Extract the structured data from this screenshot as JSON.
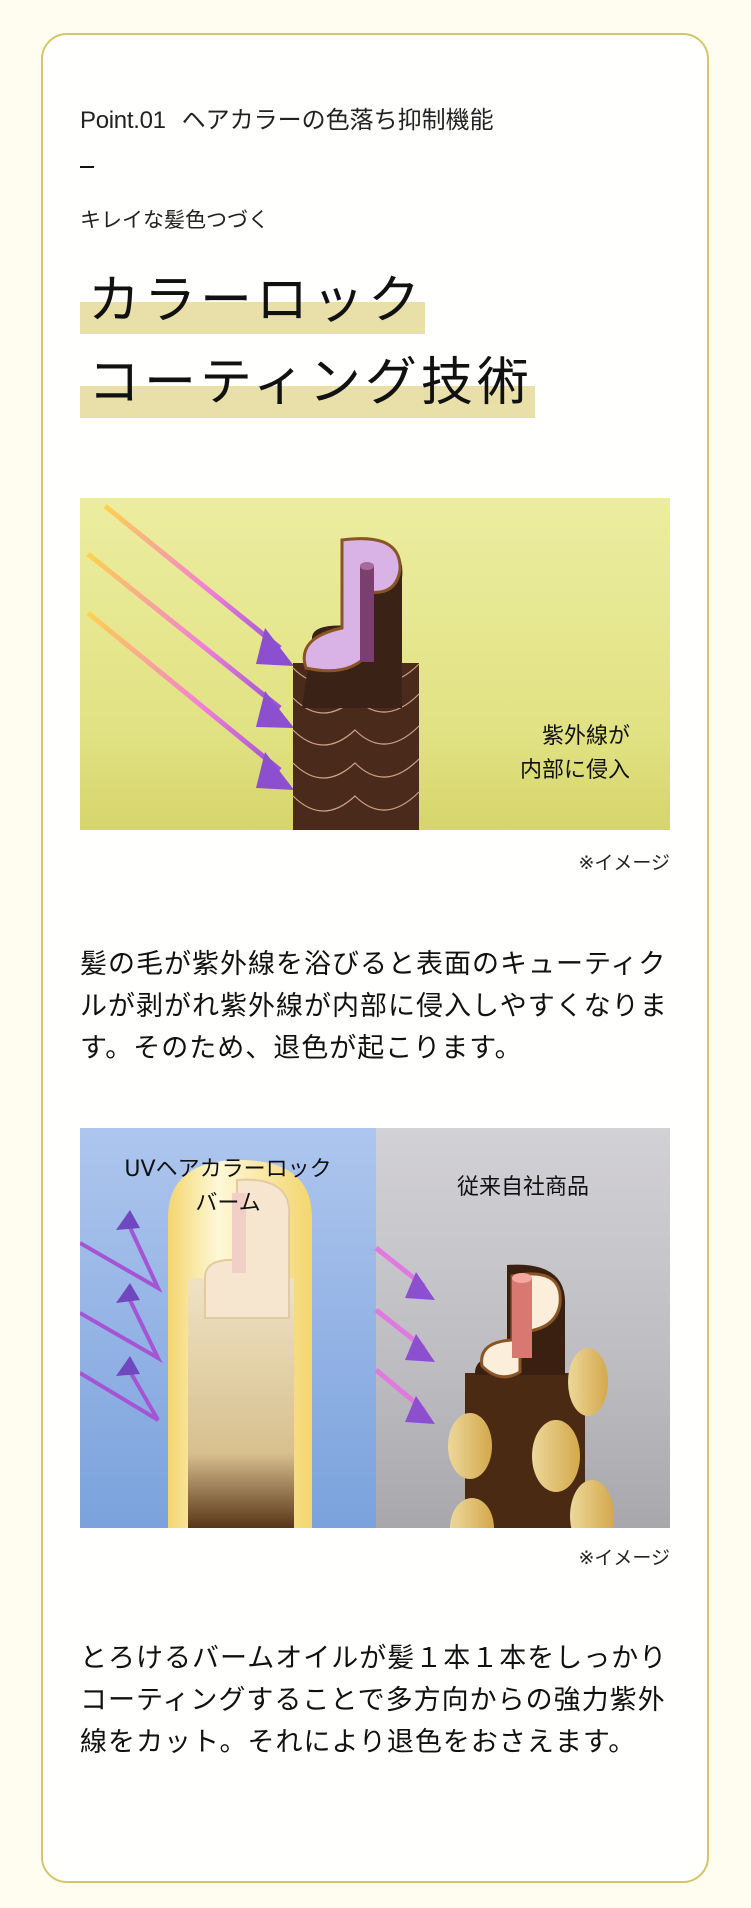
{
  "colors": {
    "page_bg": "#fefdf0",
    "card_border": "#d4c56a",
    "highlight": "#e8e0a8",
    "image1_bg": "#e1e283",
    "image2_left_bg": "#8fb0e3",
    "image2_right_bg": "#bdbcc0"
  },
  "header": {
    "point_number": "Point.01",
    "point_title": "ヘアカラーの色落ち抑制機能",
    "divider": "–",
    "subtitle": "キレイな髪色つづく",
    "headline_lines": [
      "カラーロック",
      "コーティング技術"
    ]
  },
  "figure1": {
    "label_lines": [
      "紫外線が",
      "内部に侵入"
    ],
    "caption": "※イメージ",
    "description": "髪の毛が紫外線を浴びると表面のキューティクルが剥がれ紫外線が内部に侵入しやすくなります。そのため、退色が起こります。"
  },
  "figure2": {
    "left_label_lines": [
      "UVヘアカラーロック",
      "バーム"
    ],
    "right_label": "従来自社商品",
    "caption": "※イメージ",
    "description": "とろけるバームオイルが髪１本１本をしっかりコーティングすることで多方向からの強力紫外線をカット。それにより退色をおさえます。"
  }
}
